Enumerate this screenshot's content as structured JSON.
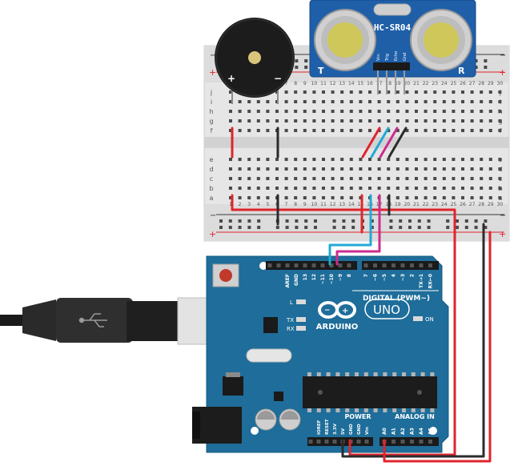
{
  "sensor": {
    "model": "HC-SR04",
    "pins": [
      "Vcc",
      "Trig",
      "Echo",
      "Gnd"
    ],
    "left_mark": "T",
    "right_mark": "R"
  },
  "buzzer": {
    "plus": "+",
    "minus": "−"
  },
  "breadboard": {
    "rows_top": [
      "j",
      "i",
      "h",
      "g",
      "f"
    ],
    "rows_bottom": [
      "e",
      "d",
      "c",
      "b",
      "a"
    ],
    "columns": [
      "1",
      "2",
      "3",
      "4",
      "5",
      "6",
      "7",
      "8",
      "9",
      "10",
      "11",
      "12",
      "13",
      "14",
      "15",
      "16",
      "17",
      "18",
      "19",
      "20",
      "21",
      "22",
      "23",
      "24",
      "25",
      "26",
      "27",
      "28",
      "29",
      "30"
    ],
    "rail_plus": "+",
    "rail_minus": "−"
  },
  "arduino": {
    "brand": "ARDUINO",
    "model": "UNO",
    "digital_label": "DIGITAL (PWM~)",
    "digital_pins": [
      "AREF",
      "GND",
      "13",
      "12",
      "~11",
      "~10",
      "~9",
      "8",
      "7",
      "~6",
      "~5",
      "4",
      "~3",
      "2",
      "TX→1",
      "RX←0"
    ],
    "power_label": "POWER",
    "power_pins": [
      "IOREF",
      "RESET",
      "3.3V",
      "5V",
      "GND",
      "GND",
      "Vin"
    ],
    "analog_label": "ANALOG IN",
    "analog_pins": [
      "A0",
      "A1",
      "A2",
      "A3",
      "A4",
      "A5"
    ],
    "led_l": "L",
    "led_tx": "TX",
    "led_rx": "RX",
    "led_on": "ON"
  },
  "colors": {
    "board_blue": "#1e6d9a",
    "wire_red": "#e0242c",
    "wire_black": "#2b2b2b",
    "wire_cyan": "#22a9d6",
    "wire_magenta": "#cc2c8f",
    "sensor_blue": "#1f5fa8"
  }
}
